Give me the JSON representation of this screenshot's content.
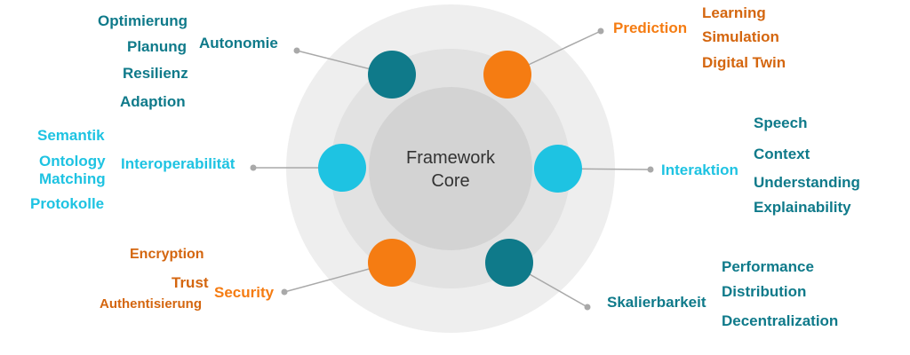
{
  "core": {
    "line1": "Framework",
    "line2": "Core"
  },
  "colors": {
    "teal": "#0f7a8a",
    "orange": "#f57c12",
    "cyan": "#1ec3e2",
    "ring_outer": "#eeeeee",
    "ring_middle": "#e2e2e2",
    "ring_inner": "#d3d3d3",
    "connector": "#a9a9a9"
  },
  "nodes": {
    "autonomie": {
      "label": "Autonomie",
      "items": [
        "Optimierung",
        "Planung",
        "Resilienz",
        "Adaption"
      ]
    },
    "prediction": {
      "label": "Prediction",
      "items": [
        "Learning",
        "Simulation",
        "Digital Twin"
      ]
    },
    "interoperabilitaet": {
      "label": "Interoperabilität",
      "items": [
        "Semantik",
        "Ontology",
        "Matching",
        "Protokolle"
      ]
    },
    "interaktion": {
      "label": "Interaktion",
      "items": [
        "Speech",
        "Context",
        "Understanding",
        "Explainability"
      ]
    },
    "security": {
      "label": "Security",
      "items": [
        "Encryption",
        "Trust",
        "Authentisierung"
      ]
    },
    "skalierbarkeit": {
      "label": "Skalierbarkeit",
      "items": [
        "Performance",
        "Distribution",
        "Decentralization"
      ]
    }
  }
}
